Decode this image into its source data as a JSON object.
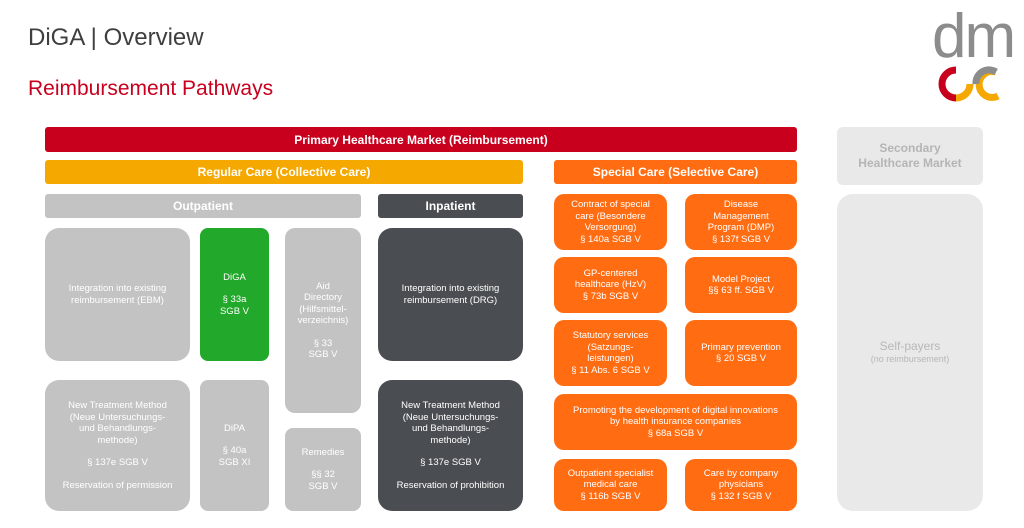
{
  "header": {
    "title": "DiGA | Overview",
    "subtitle": "Reimbursement Pathways",
    "logo_top": "dm",
    "logo_bottom": "ac"
  },
  "colors": {
    "primary_red": "#c8001e",
    "regular_amber": "#f5a800",
    "special_orange": "#ff6c12",
    "outpatient_grey": "#c3c3c3",
    "inpatient_dark": "#4a4e52",
    "diga_green": "#22a82a",
    "secondary_grey": "#e9e9e9"
  },
  "primary_market": "Primary Healthcare Market (Reimbursement)",
  "secondary_market": [
    "Secondary",
    "Healthcare Market"
  ],
  "regular_care": "Regular Care (Collective Care)",
  "special_care": "Special Care (Selective Care)",
  "outpatient": {
    "label": "Outpatient",
    "ebm": [
      "Integration into existing",
      "reimbursement (EBM)"
    ],
    "diga": [
      "DiGA",
      "",
      "§ 33a",
      "SGB V"
    ],
    "aid": [
      "Aid",
      "Directory",
      "(Hilfsmittel-",
      "verzeichnis)",
      "",
      "§ 33",
      "SGB V"
    ],
    "ntm": [
      "New Treatment Method",
      "(Neue Untersuchungs-",
      "und Behandlungs-",
      "methode)",
      "",
      "§ 137e SGB V",
      "",
      "Reservation of permission"
    ],
    "dipa": [
      "DiPA",
      "",
      "§ 40a",
      "SGB XI"
    ],
    "remedies": [
      "Remedies",
      "",
      "§§ 32",
      "SGB V"
    ]
  },
  "inpatient": {
    "label": "Inpatient",
    "drg": [
      "Integration into existing",
      "reimbursement (DRG)"
    ],
    "ntm": [
      "New Treatment Method",
      "(Neue Untersuchungs-",
      "und Behandlungs-",
      "methode)",
      "",
      "§ 137e SGB V",
      "",
      "Reservation of prohibition"
    ]
  },
  "special": {
    "contract": [
      "Contract of special",
      "care (Besondere",
      "Versorgung)",
      "§ 140a SGB V"
    ],
    "dmp": [
      "Disease",
      "Management",
      "Program (DMP)",
      "§ 137f SGB V"
    ],
    "gp": [
      "GP-centered",
      "healthcare (HzV)",
      "§ 73b SGB V"
    ],
    "model": [
      "Model Project",
      "§§ 63 ff. SGB V"
    ],
    "statutory": [
      "Statutory services",
      "(Satzungs-",
      "leistungen)",
      "§ 11 Abs. 6 SGB V"
    ],
    "prevention": [
      "Primary prevention",
      "§ 20 SGB V"
    ],
    "promoting": [
      "Promoting the development of digital innovations",
      "by health insurance companies",
      "§ 68a SGB V"
    ],
    "specialist": [
      "Outpatient specialist",
      "medical care",
      "§ 116b SGB V"
    ],
    "company": [
      "Care by company",
      "physicians",
      "§ 132 f SGB V"
    ]
  },
  "self_payers": {
    "label": "Self-payers",
    "note": "(no reimbursement)"
  }
}
